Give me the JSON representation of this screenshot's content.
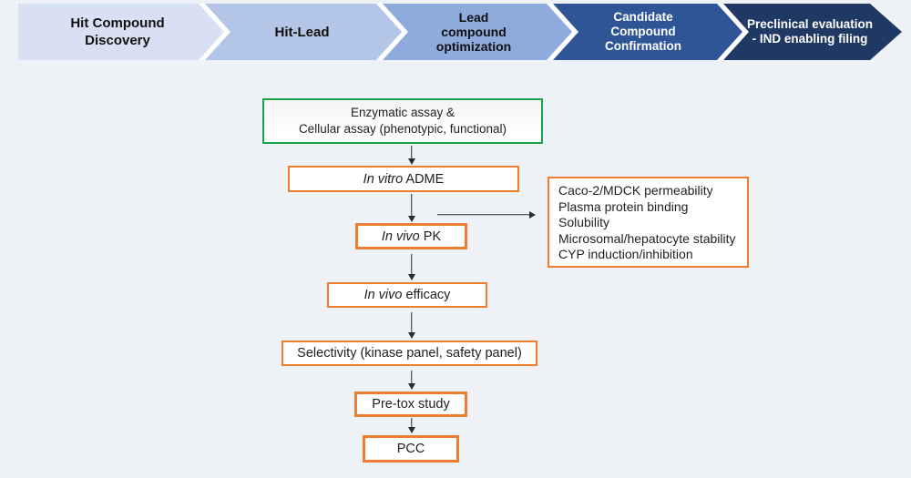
{
  "colors": {
    "background": "#EEF1F6",
    "accent_orange": "#ED7D31",
    "accent_green": "#17A349",
    "arrow": "#2B2B2B",
    "stage_dark_text": "#111111",
    "stage_light_text": "#FFFFFF"
  },
  "pipeline": {
    "stages": [
      {
        "label": "Hit Compound\nDiscovery",
        "fill": "#D8E1F3",
        "text_color": "#111111"
      },
      {
        "label": "Hit-Lead",
        "fill": "#B3C6E7",
        "text_color": "#111111"
      },
      {
        "label": "Lead\ncompound\noptimization",
        "fill": "#8FAADC",
        "text_color": "#111111"
      },
      {
        "label": "Candidate\nCompound\nConfirmation",
        "fill": "#2F5597",
        "text_color": "#FFFFFF"
      },
      {
        "label": "Preclinical evaluation\n- IND enabling filing",
        "fill": "#203864",
        "text_color": "#FFFFFF"
      }
    ]
  },
  "flowchart": {
    "nodes": [
      {
        "id": "assay",
        "italic": "",
        "rest": "Enzymatic assay &\nCellular assay (phenotypic, functional)"
      },
      {
        "id": "adme",
        "italic": "In vitro",
        "rest": " ADME"
      },
      {
        "id": "pk",
        "italic": "In vivo",
        "rest": " PK"
      },
      {
        "id": "efficacy",
        "italic": "In vivo",
        "rest": " efficacy"
      },
      {
        "id": "selectivity",
        "italic": "",
        "rest": "Selectivity (kinase panel, safety panel)"
      },
      {
        "id": "pretox",
        "italic": "",
        "rest": "Pre-tox study"
      },
      {
        "id": "pcc",
        "italic": "",
        "rest": "PCC"
      }
    ],
    "side_box": {
      "items": [
        "Caco-2/MDCK permeability",
        "Plasma protein binding",
        "Solubility",
        "Microsomal/hepatocyte stability",
        "CYP induction/inhibition"
      ]
    }
  }
}
